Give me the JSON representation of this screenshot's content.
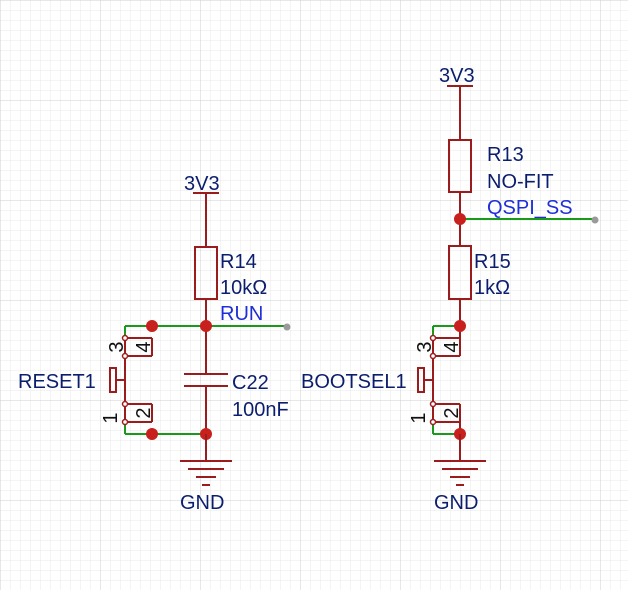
{
  "schematic": {
    "left": {
      "power_label": "3V3",
      "r_ref": "R14",
      "r_value": "10kΩ",
      "net_label": "RUN",
      "c_ref": "C22",
      "c_value": "100nF",
      "switch_ref": "RESET1",
      "pins": [
        "3",
        "4",
        "1",
        "2"
      ],
      "ground_label": "GND"
    },
    "right": {
      "power_label": "3V3",
      "r_top_ref": "R13",
      "r_top_value": "NO-FIT",
      "net_label": "QSPI_SS",
      "r_bottom_ref": "R15",
      "r_bottom_value": "1kΩ",
      "switch_ref": "BOOTSEL1",
      "pins": [
        "3",
        "4",
        "1",
        "2"
      ],
      "ground_label": "GND"
    }
  },
  "colors": {
    "component": "#9b1c1c",
    "wire": "#1a9a1a",
    "junction": "#c8201c",
    "label": "#0b1e6e",
    "net_label": "#1f2fd8",
    "grid_minor": "#e6e6e6",
    "grid_major": "#cfcfcf"
  }
}
